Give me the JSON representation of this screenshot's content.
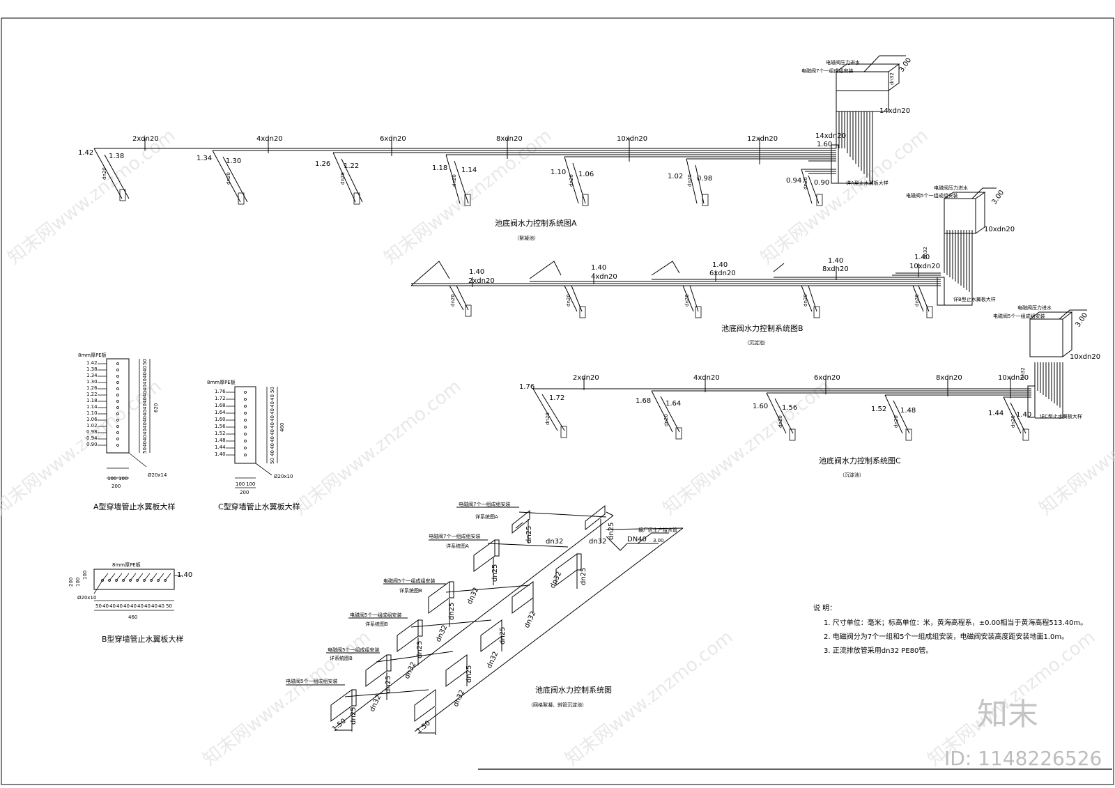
{
  "watermarks": [
    "知末网www.znzmo.com"
  ],
  "brand": {
    "logo": "知末",
    "id": "ID: 1148226526"
  },
  "system_a": {
    "title": "池底阀水力控制系统图A",
    "subtitle": "（絮凝池）",
    "segments": [
      "2xdn20",
      "4xdn20",
      "6xdn20",
      "8xdn20",
      "10xdn20",
      "12xdn20",
      "14xdn20"
    ],
    "elevations": [
      "1.42",
      "1.38",
      "1.34",
      "1.30",
      "1.26",
      "1.22",
      "1.18",
      "1.14",
      "1.10",
      "1.06",
      "1.02",
      "0.98",
      "0.94",
      "0.90",
      "1.60"
    ],
    "pipe": "dn20",
    "riser": "14xdn20",
    "box_top": "电磁阀压力进水",
    "box_side": "电磁阀7个一组成组安装",
    "box_pipe": "dn32",
    "box_elev": "3.00",
    "detail_ref": "详A型止水翼板大样"
  },
  "system_b": {
    "title": "池底阀水力控制系统图B",
    "subtitle": "（沉淀池）",
    "segments": [
      "2xdn20",
      "4xdn20",
      "6xdn20",
      "8xdn20",
      "10xdn20"
    ],
    "elevation": "1.40",
    "pipe": "dn20",
    "riser": "10xdn20",
    "box_top": "电磁阀压力进水",
    "box_side": "电磁阀5个一组成组安装",
    "box_pipe": "dn32",
    "box_elev": "3.00",
    "detail_ref": "详B型止水翼板大样"
  },
  "system_c": {
    "title": "池底阀水力控制系统图C",
    "subtitle": "（沉淀池）",
    "segments": [
      "2xdn20",
      "4xdn20",
      "6xdn20",
      "8xdn20",
      "10xdn20"
    ],
    "elevations": [
      "1.76",
      "1.72",
      "1.68",
      "1.64",
      "1.60",
      "1.56",
      "1.52",
      "1.48",
      "1.44",
      "1.40"
    ],
    "pipe": "dn20",
    "riser": "10xdn20",
    "box_top": "电磁阀压力进水",
    "box_side": "电磁阀5个一组成组安装",
    "box_pipe": "dn32",
    "box_elev": "3.00",
    "detail_ref": "详C型止水翼板大样"
  },
  "detail_a": {
    "title": "A型穿墙管止水翼板大样",
    "plate": "8mm厚PE板",
    "elevations": [
      "1.42",
      "1.38",
      "1.34",
      "1.30",
      "1.26",
      "1.22",
      "1.18",
      "1.14",
      "1.10",
      "1.06",
      "1.02",
      "0.98",
      "0.94",
      "0.90"
    ],
    "height": "620",
    "spacings": [
      "50",
      "40",
      "40",
      "40",
      "40",
      "40",
      "40",
      "40",
      "40",
      "40",
      "40",
      "40",
      "40",
      "40",
      "50"
    ],
    "widths": [
      "100",
      "100"
    ],
    "total_width": "200",
    "hole": "Ø20x14"
  },
  "detail_c": {
    "title": "C型穿墙管止水翼板大样",
    "plate": "8mm厚PE板",
    "elevations": [
      "1.76",
      "1.72",
      "1.68",
      "1.64",
      "1.60",
      "1.56",
      "1.52",
      "1.48",
      "1.44",
      "1.40"
    ],
    "height": "460",
    "spacings": [
      "50",
      "40",
      "40",
      "40",
      "40",
      "40",
      "40",
      "40",
      "40",
      "40",
      "50"
    ],
    "widths": [
      "100",
      "100"
    ],
    "total_width": "200",
    "hole": "Ø20x10"
  },
  "detail_b": {
    "title": "B型穿墙管止水翼板大样",
    "plate": "8mm厚PE板",
    "elevation": "1.40",
    "heights": [
      "200",
      "100",
      "100"
    ],
    "spacings": [
      "50",
      "40",
      "40",
      "40",
      "40",
      "40",
      "40",
      "40",
      "40",
      "40",
      "50"
    ],
    "total": "460",
    "hole": "Ø20x10"
  },
  "network": {
    "title": "池底阀水力控制系统图",
    "subtitle": "（网格絮凝、斜管沉淀池）",
    "groups": [
      "电磁阀7个一组成组安装",
      "电磁阀7个一组成组安装",
      "电磁阀5个一组成组安装",
      "电磁阀5个一组成组安装",
      "电磁阀5个一组成组安装",
      "电磁阀5个一组成组安装"
    ],
    "refs": [
      "详系统图A",
      "详系统图A",
      "详系统图B",
      "详系统图B",
      "详系统图B"
    ],
    "pipe_main": "dn32",
    "pipe_branch": "dn25",
    "inlet": "DN40",
    "inlet_elev": "3.00",
    "inlet_note": "接厂区生产给水管",
    "bottom_elev": "1.50"
  },
  "notes": {
    "heading": "说 明：",
    "items": [
      "1. 尺寸单位：毫米；标高单位：米，黄海高程系，±0.00相当于黄海高程513.40m。",
      "2. 电磁阀分为7个一组和5个一组成组安装，电磁阀安装高度距安装地面1.0m。",
      "3. 正流排放管采用dn32 PE80管。"
    ]
  }
}
